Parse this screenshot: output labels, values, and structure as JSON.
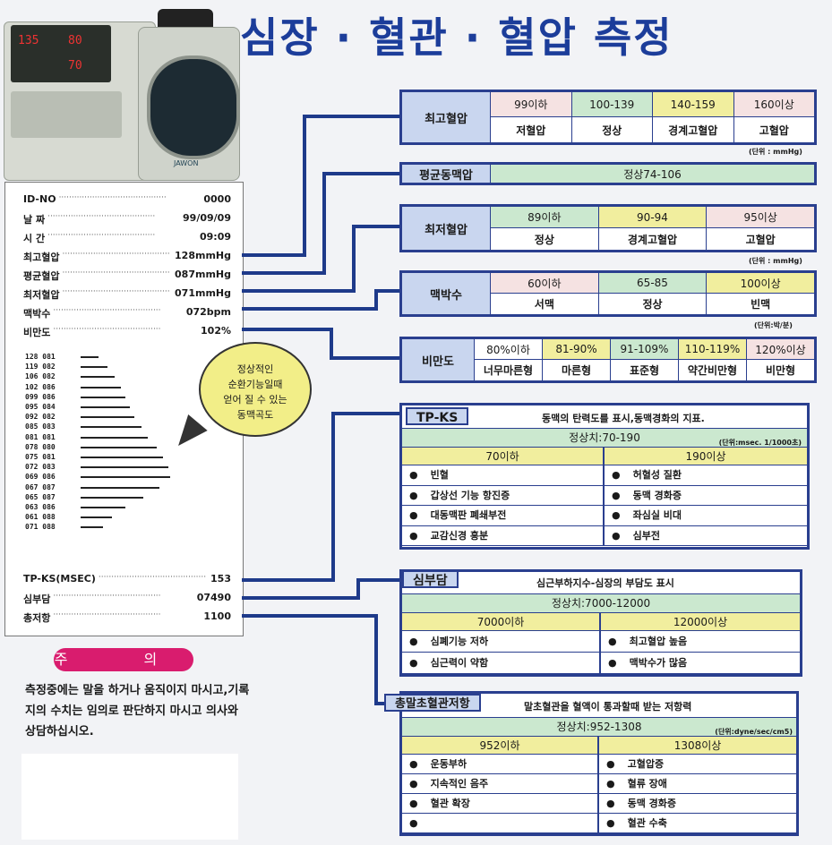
{
  "title": "심장 · 혈관 · 혈압 측정",
  "device": {
    "led_top_left": "135",
    "led_top_right": "80",
    "led_bottom_right": "70",
    "brand": "JAWON"
  },
  "receipt": {
    "rows": [
      {
        "label": "ID-NO",
        "value": "0000"
      },
      {
        "label": "날 짜",
        "value": "99/09/09"
      },
      {
        "label": "시 간",
        "value": "09:09"
      },
      {
        "label": "최고혈압",
        "value": "128mmHg"
      },
      {
        "label": "평균혈압",
        "value": "087mmHg"
      },
      {
        "label": "최저혈압",
        "value": "071mmHg"
      },
      {
        "label": "맥박수",
        "value": "072bpm"
      },
      {
        "label": "비만도",
        "value": "102%"
      }
    ],
    "pulse_rows": [
      {
        "label": "128 081",
        "level": 0.2
      },
      {
        "label": "119 082",
        "level": 0.3
      },
      {
        "label": "106 082",
        "level": 0.38
      },
      {
        "label": "102 086",
        "level": 0.45
      },
      {
        "label": "099 086",
        "level": 0.5
      },
      {
        "label": "095 084",
        "level": 0.55
      },
      {
        "label": "092 082",
        "level": 0.6
      },
      {
        "label": "085 083",
        "level": 0.68
      },
      {
        "label": "081 081",
        "level": 0.75
      },
      {
        "label": "078 080",
        "level": 0.85
      },
      {
        "label": "075 081",
        "level": 0.92
      },
      {
        "label": "072 083",
        "level": 0.98
      },
      {
        "label": "069 086",
        "level": 1.0
      },
      {
        "label": "067 087",
        "level": 0.88
      },
      {
        "label": "065 087",
        "level": 0.7
      },
      {
        "label": "063 086",
        "level": 0.5
      },
      {
        "label": "061 088",
        "level": 0.35
      },
      {
        "label": "071 088",
        "level": 0.25
      }
    ],
    "tail_rows": [
      {
        "label": "TP-KS(MSEC)",
        "value": "153"
      },
      {
        "label": "심부담",
        "value": "07490"
      },
      {
        "label": "총저항",
        "value": "1100"
      }
    ]
  },
  "bubble": {
    "line1": "정상적인",
    "line2": "순환기능일때",
    "line3": "얻어 질 수 있는",
    "line4": "동맥곡도"
  },
  "caution": {
    "label": "주 의",
    "text": "측정중에는 말을 하거나 움직이지 마시고,기록지의 수치는 임의로 판단하지 마시고 의사와 상담하십시오."
  },
  "tables": {
    "systolic": {
      "label": "최고혈압",
      "ranges": [
        "99이하",
        "100-139",
        "140-159",
        "160이상"
      ],
      "meanings": [
        "저혈압",
        "정상",
        "경계고혈압",
        "고혈압"
      ],
      "unit": "(단위 : mmHg)"
    },
    "mean": {
      "label": "평균동맥압",
      "value": "정상74-106"
    },
    "diastolic": {
      "label": "최저혈압",
      "ranges": [
        "89이하",
        "90-94",
        "95이상"
      ],
      "meanings": [
        "정상",
        "경계고혈압",
        "고혈압"
      ],
      "unit": "(단위 : mmHg)"
    },
    "pulse": {
      "label": "맥박수",
      "ranges": [
        "60이하",
        "65-85",
        "100이상"
      ],
      "meanings": [
        "서맥",
        "정상",
        "빈맥"
      ],
      "unit": "(단위:박/분)"
    },
    "obesity": {
      "label": "비만도",
      "ranges": [
        "80%이하",
        "81-90%",
        "91-109%",
        "110-119%",
        "120%이상"
      ],
      "meanings": [
        "너무마른형",
        "마른형",
        "표준형",
        "약간비만형",
        "비만형"
      ]
    }
  },
  "details": {
    "tpks": {
      "label": "TP-KS",
      "desc": "동맥의 탄력도를 표시,동맥경화의 지표.",
      "normal": "정상치:70-190",
      "unit": "(단위:msec. 1/1000초)",
      "left_head": "70이하",
      "right_head": "190이상",
      "left_items": [
        "빈혈",
        "갑상선 기능 항진증",
        "대동맥판 폐쇄부전",
        "교감신경 흥분"
      ],
      "right_items": [
        "허혈성 질환",
        "동맥 경화증",
        "좌심실 비대",
        "심부전"
      ]
    },
    "heart_load": {
      "label": "심부담",
      "desc": "심근부하지수-심장의 부담도 표시",
      "normal": "정상치:7000-12000",
      "left_head": "7000이하",
      "right_head": "12000이상",
      "left_items": [
        "심폐기능 저하",
        "심근력이 약함"
      ],
      "right_items": [
        "최고혈압 높음",
        "맥박수가 많음"
      ]
    },
    "resistance": {
      "label": "총말초혈관저항",
      "desc": "말초혈관을 혈액이 통과할때 받는 저항력",
      "normal": "정상치:952-1308",
      "unit": "(단위:dyne/sec/cm5)",
      "left_head": "952이하",
      "right_head": "1308이상",
      "left_items": [
        "운동부하",
        "지속적인 음주",
        "혈관 확장",
        ""
      ],
      "right_items": [
        "고혈압증",
        "혈류 장애",
        "동맥 경화증",
        "혈관 수축"
      ]
    }
  }
}
